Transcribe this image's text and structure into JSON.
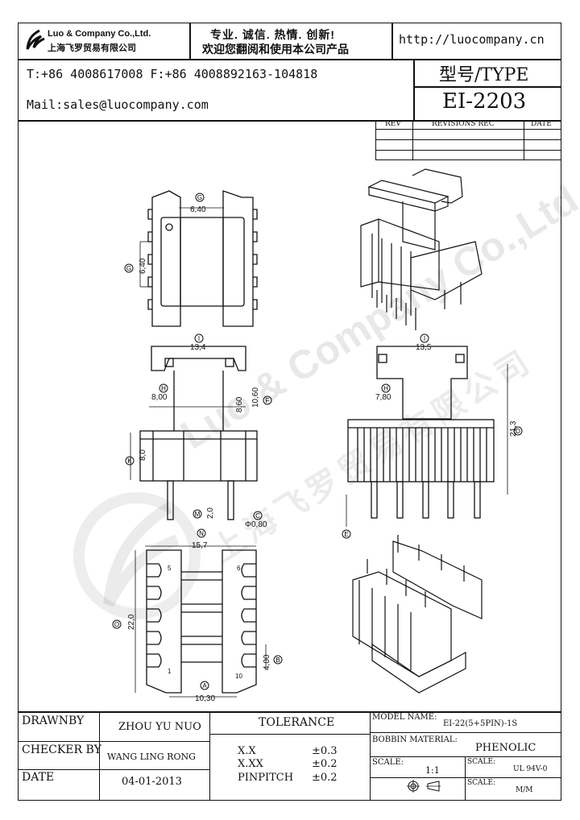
{
  "header": {
    "company_name": "Luo & Company Co.,Ltd.",
    "company_name_cn": "上海飞罗贸易有限公司",
    "slogan_line1": "专业. 诚信. 热情. 创新!",
    "slogan_line2": "欢迎您翻阅和使用本公司产品",
    "website": "http://luocompany.cn",
    "phone_fax": "T:+86 4008617008 F:+86 4008892163-104818",
    "email": "Mail:sales@luocompany.com",
    "type_label": "型号/TYPE",
    "type_value": "EI-2203"
  },
  "revisions": {
    "col_rev": "REV",
    "col_rec": "REVISIONS REC",
    "col_date": "DATE"
  },
  "watermark": {
    "text_en": "Luo & Company Co.,Ltd.",
    "text_cn": "上海飞罗贸易有限公司"
  },
  "dimensions": {
    "G1": "6,40",
    "G2": "6,40",
    "I1": "13,4",
    "I2": "13,5",
    "H1": "8,00",
    "H2": "7,80",
    "F1": "8,60",
    "F2": "10,60",
    "D": "21,3",
    "K": "8,0",
    "M": "2,0",
    "C": "Φ0,80",
    "N": "15,7",
    "O": "22,0",
    "B": "4,00",
    "A": "10,30",
    "pin_1": "1",
    "pin_5": "5",
    "pin_6": "6",
    "pin_10": "10"
  },
  "markers": {
    "G": "G",
    "I": "I",
    "H": "H",
    "F": "F",
    "D": "D",
    "K": "K",
    "M": "M",
    "C": "C",
    "N": "N",
    "O": "O",
    "B": "B",
    "A": "A",
    "E": "E"
  },
  "title_block": {
    "drawn_by_label": "DRAWNBY",
    "drawn_by_value": "ZHOU YU NUO",
    "checker_label": "CHECKER BY",
    "checker_value": "WANG LING RONG",
    "date_label": "DATE",
    "date_value": "04-01-2013",
    "tolerance_label": "TOLERANCE",
    "tol_xx_label": "X.X",
    "tol_xx_value": "±0.3",
    "tol_xxx_label": "X.XX",
    "tol_xxx_value": "±0.2",
    "tol_pin_label": "PINPITCH",
    "tol_pin_value": "±0.2",
    "model_label": "MODEL NAME:",
    "model_value": "EI-22(5+5PIN)-1S",
    "bobbin_label": "BOBBIN MATERIAL:",
    "bobbin_value": "PHENOLIC",
    "scale_label": "SCALE:",
    "scale_value": "1:1",
    "scale2_label": "SCALE:",
    "scale2_value": "UL 94V-0",
    "scale3_label": "SCALE:",
    "scale3_value": "M/M"
  }
}
